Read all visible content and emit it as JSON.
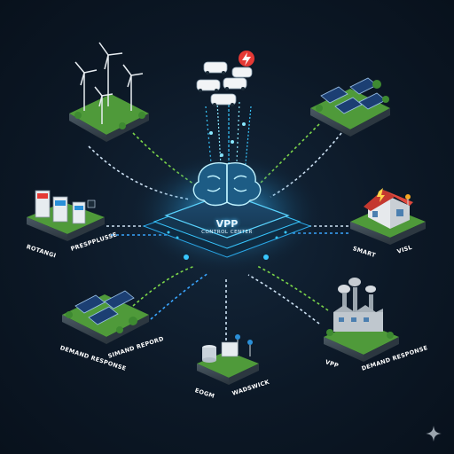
{
  "hub": {
    "title": "VPP",
    "subtitle": "CONTROL CENTER"
  },
  "labels": {
    "ev_left": "ROTANGI",
    "ev_right": "PRESPPLUSSE",
    "smart": "SMART",
    "visl": "VISL",
    "solar_left": "DEMAND RESPONSE",
    "solar_right": "SIMAND REPORD",
    "storage_left": "EOGM",
    "storage_right": "WADSWICK",
    "factory_left": "VPP",
    "factory_right": "DEMAND RESPONSE"
  },
  "colors": {
    "background": "#0c1826",
    "glow": "#38c7ff",
    "line_green": "#7cd64a",
    "line_blue": "#3aa6ff",
    "line_white": "#cfe3f5",
    "grass": "#4f9a3a",
    "soil": "#3b4a55",
    "alert_red": "#e53935"
  },
  "icons": [
    "brain-icon",
    "wind-turbine-icon",
    "car-icon",
    "lightning-icon",
    "solar-panel-icon",
    "ev-charger-icon",
    "house-icon",
    "factory-icon",
    "battery-storage-icon",
    "sparkle-icon"
  ]
}
